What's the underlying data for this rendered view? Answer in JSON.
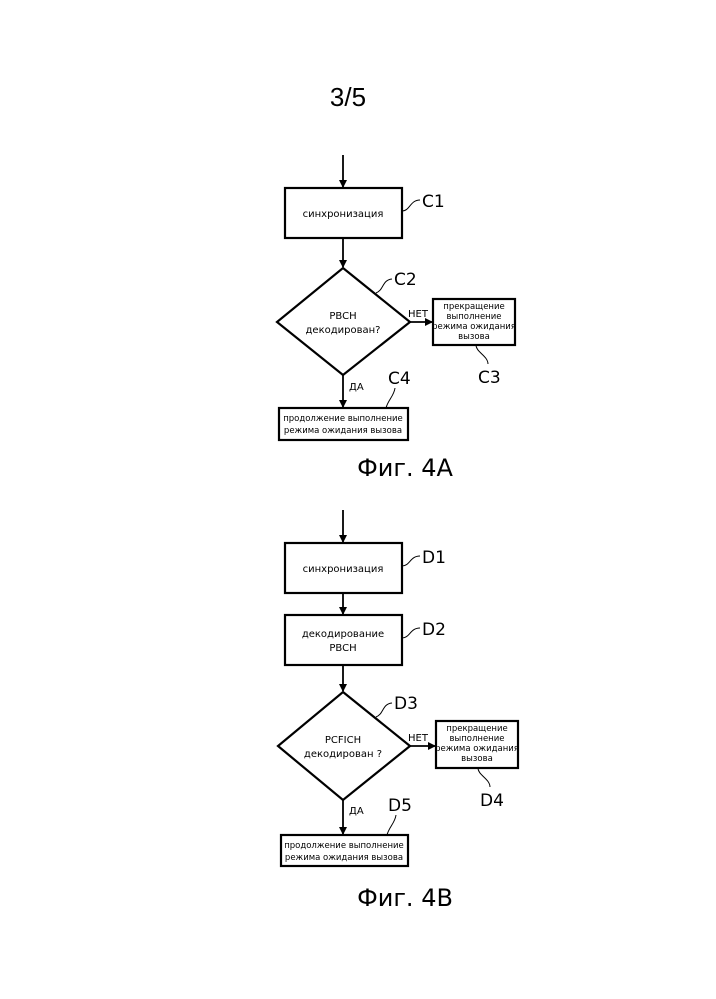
{
  "page_number": "3/5",
  "fig_4a": {
    "caption": "Фиг. 4А",
    "c1": {
      "label": "C1",
      "text": "синхронизация"
    },
    "c2": {
      "label": "C2",
      "line1": "PBCH",
      "line2": "декодирован?"
    },
    "c3": {
      "label": "C3",
      "line1": "прекращение",
      "line2": "выполнение",
      "line3": "режима ожидания",
      "line4": "вызова"
    },
    "c4": {
      "label": "C4",
      "line1": "продолжение выполнение",
      "line2": "режима ожидания вызова"
    },
    "no": "НЕТ",
    "yes": "ДА"
  },
  "fig_4b": {
    "caption": "Фиг. 4В",
    "d1": {
      "label": "D1",
      "text": "синхронизация"
    },
    "d2": {
      "label": "D2",
      "line1": "декодирование",
      "line2": "PBCH"
    },
    "d3": {
      "label": "D3",
      "line1": "PCFICH",
      "line2": "декодирован ?"
    },
    "d4": {
      "label": "D4",
      "line1": "прекращение",
      "line2": "выполнение",
      "line3": "режима ожидания",
      "line4": "вызова"
    },
    "d5": {
      "label": "D5",
      "line1": "продолжение выполнение",
      "line2": "режима ожидания вызова"
    },
    "no": "НЕТ",
    "yes": "ДА"
  }
}
